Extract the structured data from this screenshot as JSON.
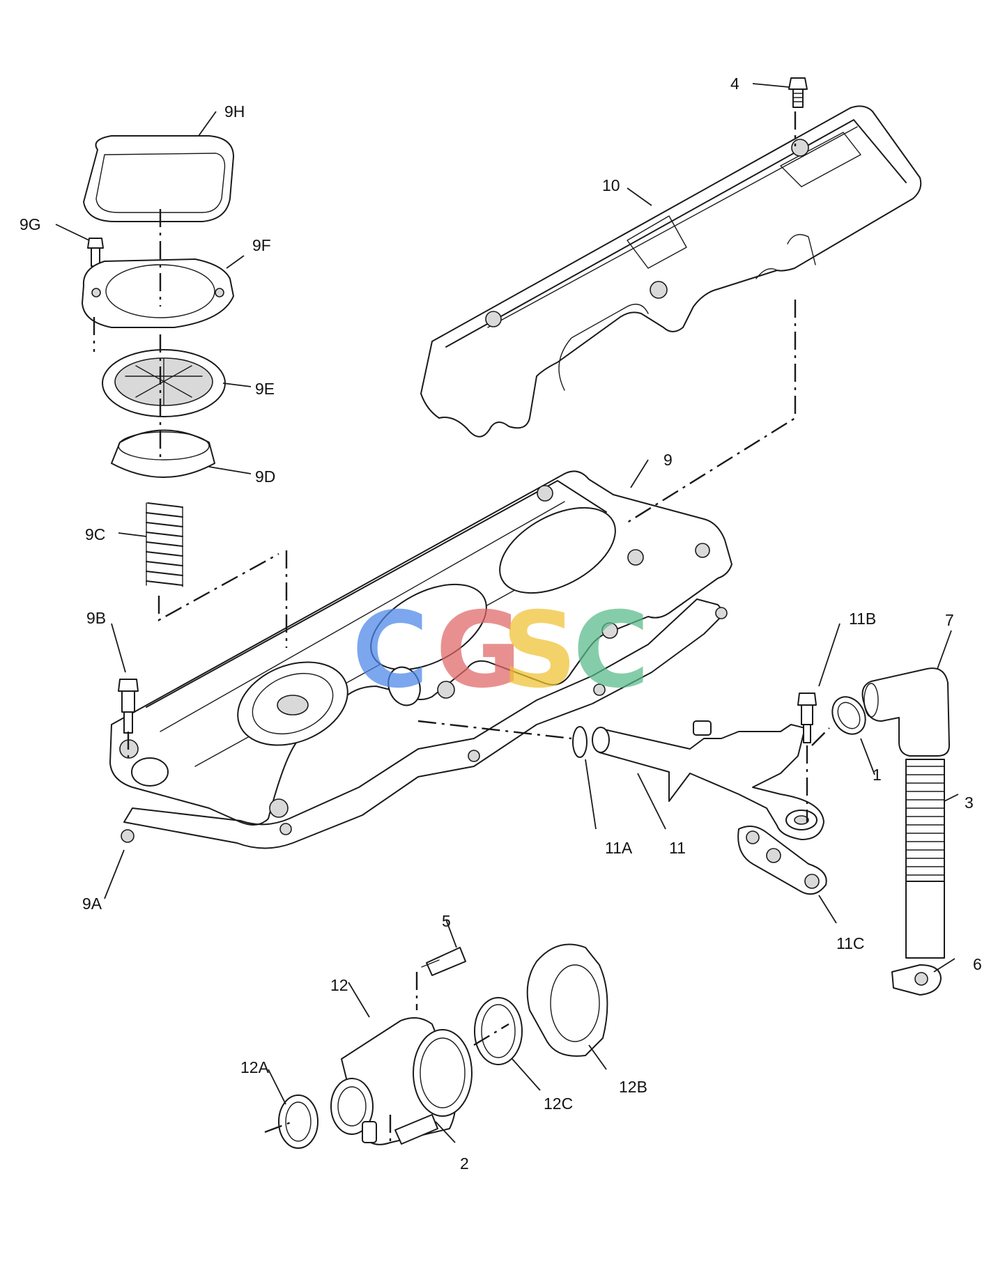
{
  "labels": {
    "l1": "1",
    "l2": "2",
    "l3": "3",
    "l4": "4",
    "l5": "5",
    "l6": "6",
    "l7": "7",
    "l9": "9",
    "l9a": "9A",
    "l9b": "9B",
    "l9c": "9C",
    "l9d": "9D",
    "l9e": "9E",
    "l9f": "9F",
    "l9g": "9G",
    "l9h": "9H",
    "l10": "10",
    "l11": "11",
    "l11a": "11A",
    "l11b": "11B",
    "l11c": "11C",
    "l12": "12",
    "l12a": "12A",
    "l12b": "12B",
    "l12c": "12C"
  },
  "watermark": {
    "letters": [
      "C",
      "G",
      "S",
      "C"
    ],
    "colors": [
      "#4a86e8",
      "#e06666",
      "#f1c232",
      "#57bb8a"
    ]
  }
}
